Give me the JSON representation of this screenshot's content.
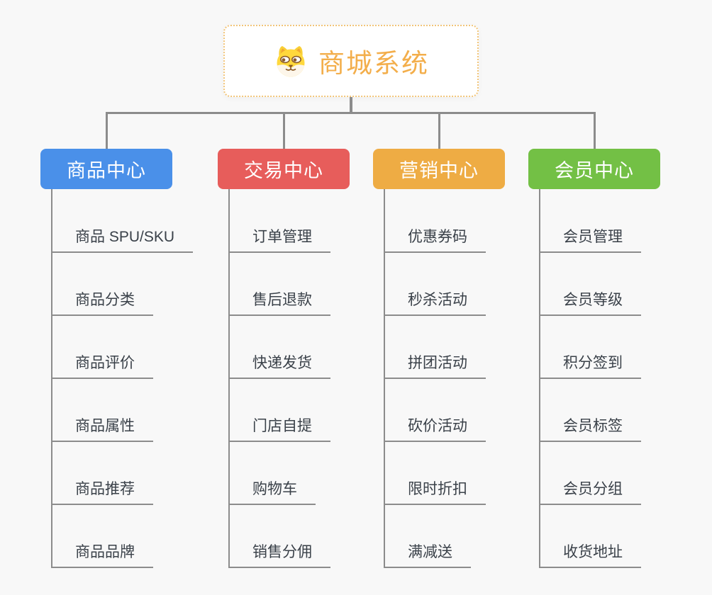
{
  "root": {
    "label": "商城系统",
    "icon": "dog-face-icon",
    "accent_color": "#f3ae4b",
    "border_color": "#f2c579"
  },
  "line_color": "#8c8c8c",
  "branches": [
    {
      "label": "商品中心",
      "color": "#4a90e9",
      "leaves": [
        "商品 SPU/SKU",
        "商品分类",
        "商品评价",
        "商品属性",
        "商品推荐",
        "商品品牌"
      ]
    },
    {
      "label": "交易中心",
      "color": "#e75d5b",
      "leaves": [
        "订单管理",
        "售后退款",
        "快递发货",
        "门店自提",
        "购物车",
        "销售分佣"
      ]
    },
    {
      "label": "营销中心",
      "color": "#eeac44",
      "leaves": [
        "优惠券码",
        "秒杀活动",
        "拼团活动",
        "砍价活动",
        "限时折扣",
        "满减送"
      ]
    },
    {
      "label": "会员中心",
      "color": "#73c045",
      "leaves": [
        "会员管理",
        "会员等级",
        "积分签到",
        "会员标签",
        "会员分组",
        "收货地址"
      ]
    }
  ]
}
